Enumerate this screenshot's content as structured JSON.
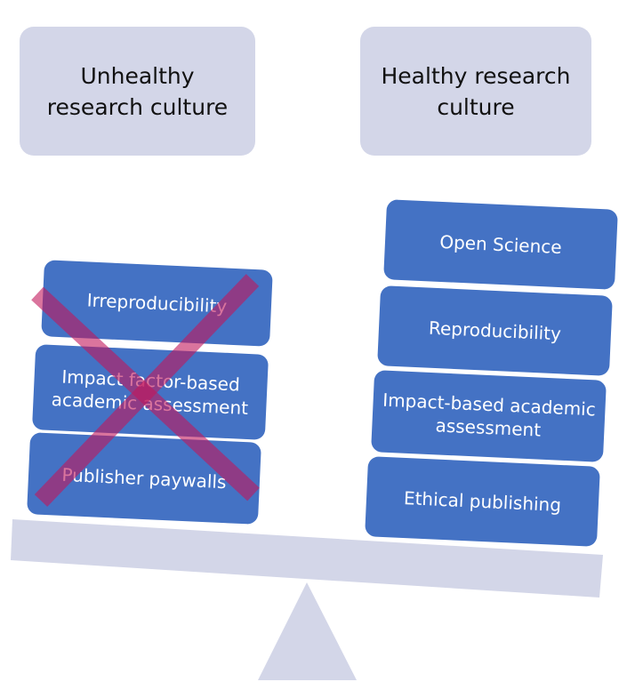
{
  "left": {
    "title": "Unhealthy research culture",
    "items": [
      "Irreproducibility",
      "Impact factor-based academic assessment",
      "Publisher paywalls"
    ],
    "crossed_out": true
  },
  "right": {
    "title": "Healthy research culture",
    "items": [
      "Open Science",
      "Reproducibility",
      "Impact-based academic assessment",
      "Ethical publishing"
    ]
  },
  "colors": {
    "block": "#4472C4",
    "header": "#D3D6E8",
    "beam": "#D3D6E8",
    "cross": "#C2185B"
  }
}
